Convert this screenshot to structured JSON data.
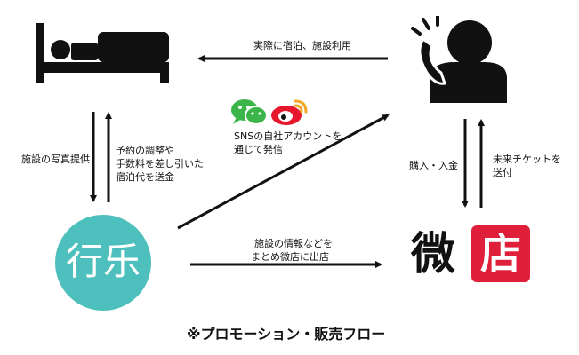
{
  "diagram": {
    "caption": "※プロモーション・販売フロー",
    "nodes": {
      "hotel": {
        "icon": "bed-icon"
      },
      "customer": {
        "icon": "person-phone-icon"
      },
      "xingle": {
        "icon": "xingle-logo",
        "text": "行乐",
        "color": "#4dbfbc"
      },
      "weidian": {
        "icon": "weidian-logo",
        "text_left": "微",
        "text_right": "店",
        "badge_color": "#e0203a"
      },
      "sns": {
        "icons": [
          "wechat-icon",
          "weibo-icon"
        ]
      }
    },
    "labels": {
      "actual_stay": "実際に宿泊、施設利用",
      "photos": "施設の写真提供",
      "remit_1": "予約の調整や",
      "remit_2": "手数料を差し引いた",
      "remit_3": "宿泊代を送金",
      "sns_1": "SNSの自社アカウントを",
      "sns_2": "通じて発信",
      "purchase": "購入・入金",
      "ticket_1": "未来チケットを",
      "ticket_2": "送付",
      "shop_1": "施設の情報などを",
      "shop_2": "まとめ微店に出店"
    }
  }
}
